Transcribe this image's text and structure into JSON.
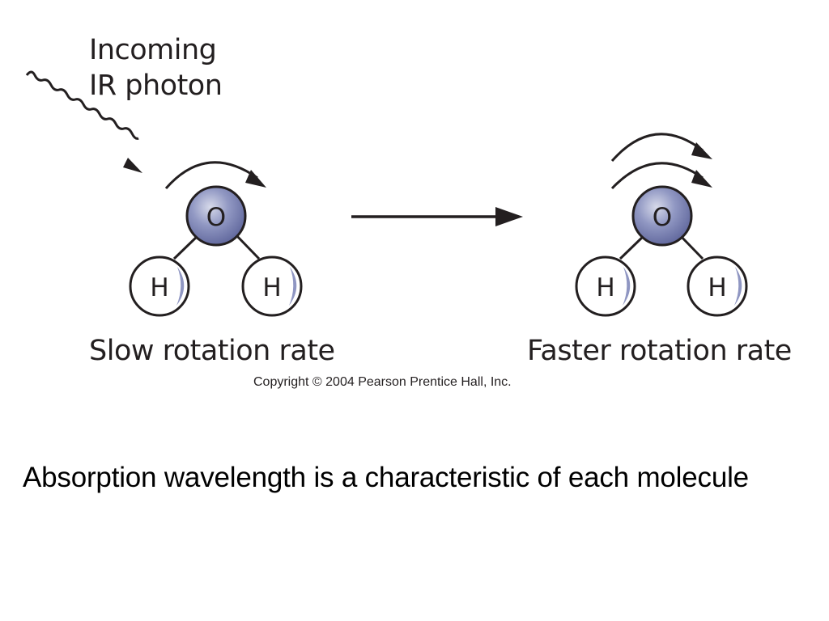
{
  "diagram": {
    "photon_label_line1": "Incoming",
    "photon_label_line2": "IR photon",
    "slow_label": "Slow rotation rate",
    "faster_label": "Faster rotation rate",
    "copyright": "Copyright © 2004 Pearson Prentice Hall, Inc.",
    "atom_oxygen": "O",
    "atom_hydrogen": "H"
  },
  "caption": "Absorption wavelength is a characteristic of each molecule",
  "colors": {
    "oxygen_fill": "#7f86b5",
    "hydrogen_fill": "#ffffff",
    "line": "#231f20"
  }
}
